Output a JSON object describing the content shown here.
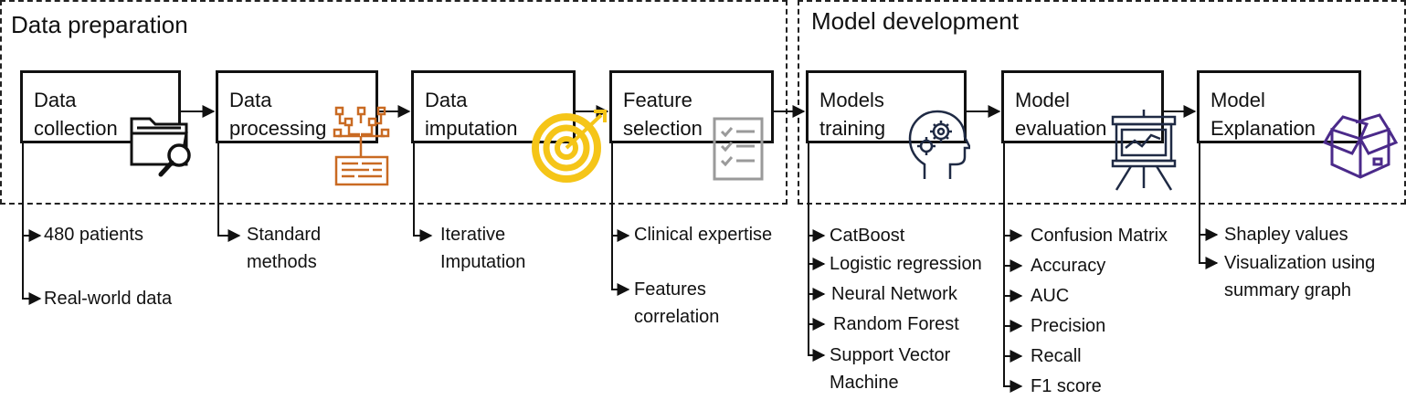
{
  "sections": {
    "prep": {
      "title": "Data preparation"
    },
    "model": {
      "title": "Model development"
    }
  },
  "stages": [
    {
      "label": "Data\ncollection",
      "icon": "folder-search-icon",
      "color": "#111111",
      "outputs": [
        "480 patients",
        "Real-world data"
      ]
    },
    {
      "label": "Data\nprocessing",
      "icon": "data-funnel-icon",
      "color": "#c96a22",
      "outputs": [
        "Standard\nmethods"
      ]
    },
    {
      "label": "Data\nimputation",
      "icon": "target-icon",
      "color": "#f5c518",
      "outputs": [
        "Iterative\nImputation"
      ]
    },
    {
      "label": "Feature\nselection",
      "icon": "checklist-icon",
      "color": "#9a9a9a",
      "outputs": [
        "Clinical expertise",
        "Features\ncorrelation"
      ]
    },
    {
      "label": "Models\ntraining",
      "icon": "head-gears-icon",
      "color": "#1f2a44",
      "outputs": [
        "CatBoost",
        "Logistic regression",
        "Neural Network",
        "Random Forest",
        "Support Vector\nMachine"
      ]
    },
    {
      "label": "Model\nevaluation",
      "icon": "presentation-chart-icon",
      "color": "#1f2a44",
      "outputs": [
        "Confusion Matrix",
        "Accuracy",
        "AUC",
        "Precision",
        "Recall",
        "F1 score"
      ]
    },
    {
      "label": "Model\nExplanation",
      "icon": "open-box-icon",
      "color": "#4b2a8a",
      "outputs": [
        "Shapley values",
        "Visualization using\nsummary graph"
      ]
    }
  ]
}
